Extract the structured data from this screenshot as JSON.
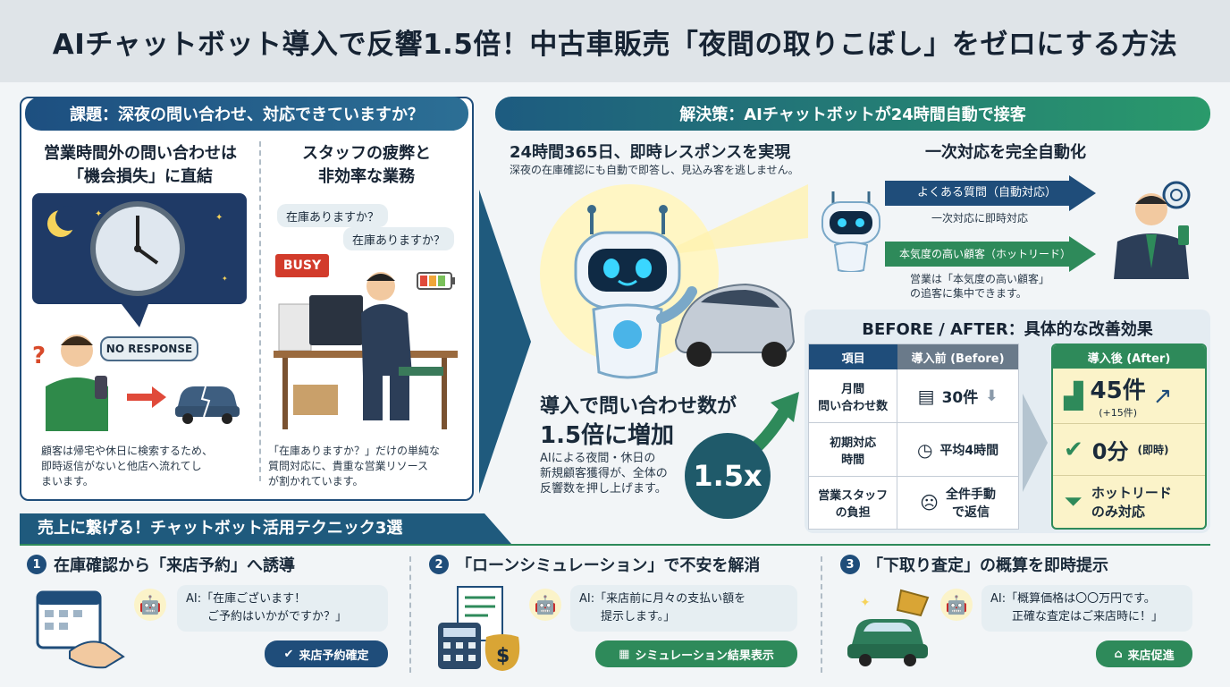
{
  "title": "AIチャットボット導入で反響1.5倍！中古車販売「夜間の取りこぼし」をゼロにする方法",
  "problem": {
    "header": "課題：深夜の問い合わせ、対応できていますか？",
    "left_heading_1": "営業時間外の問い合わせは",
    "left_heading_2": "「機会損失」に直結",
    "no_response": "NO RESPONSE",
    "question_mark": "?",
    "left_caption": [
      "顧客は帰宅や休日に検索するため、",
      "即時返信がないと他店へ流れてし",
      "まいます。"
    ],
    "right_heading_1": "スタッフの疲弊と",
    "right_heading_2": "非効率な業務",
    "bubble_1": "在庫ありますか？",
    "bubble_2": "在庫ありますか？",
    "busy": "BUSY",
    "right_caption": [
      "「在庫ありますか？」だけの単純な",
      "質問対応に、貴重な営業リソース",
      "が割かれています。"
    ]
  },
  "solution": {
    "header": "解決策：AIチャットボットが24時間自動で接客",
    "left_heading": "24時間365日、即時レスポンスを実現",
    "left_sub": "深夜の在庫確認にも自動で即答し、見込み客を逃しません。",
    "right_heading": "一次対応を完全自動化",
    "arrow_1": "よくある質問（自動対応）",
    "arrow_1_note": "一次対応に即時対応",
    "arrow_2": "本気度の高い顧客（ホットリード）",
    "arrow_2_note_1": "営業は「本気度の高い顧客」",
    "arrow_2_note_2": "の追客に集中できます。",
    "increase_1": "導入で問い合わせ数が",
    "increase_2": "1.5倍に増加",
    "increase_note": [
      "AIによる夜間・休日の",
      "新規顧客獲得が、全体の",
      "反響数を押し上げます。"
    ],
    "badge": "1.5x"
  },
  "before_after": {
    "header": "BEFORE / AFTER：具体的な改善効果",
    "col_item": "項目",
    "col_before": "導入前 (Before)",
    "col_after": "導入後 (After)",
    "rows": [
      {
        "item_1": "月間",
        "item_2": "問い合わせ数",
        "before": "30件",
        "after": "45件",
        "after_note": "(+15件)"
      },
      {
        "item_1": "初期対応",
        "item_2": "時間",
        "before": "平均4時間",
        "after": "0分",
        "after_note": "(即時)"
      },
      {
        "item_1": "営業スタッフ",
        "item_2": "の負担",
        "before_1": "全件手動",
        "before_2": "で返信",
        "after_1": "ホットリード",
        "after_2": "のみ対応"
      }
    ]
  },
  "techniques": {
    "header": "売上に繋げる！チャットボット活用テクニック3選",
    "items": [
      {
        "num": "1",
        "title": "在庫確認から「来店予約」へ誘導",
        "chat_1": "AI:「在庫ございます！",
        "chat_2": "ご予約はいかがですか？」",
        "tag": "来店予約確定",
        "tag_icon": "✔"
      },
      {
        "num": "2",
        "title": "「ローンシミュレーション」で不安を解消",
        "chat_1": "AI:「来店前に月々の支払い額を",
        "chat_2": "提示します。」",
        "tag": "シミュレーション結果表示",
        "tag_icon": "▦"
      },
      {
        "num": "3",
        "title": "「下取り査定」の概算を即時提示",
        "chat_1": "AI:「概算価格は〇〇万円です。",
        "chat_2": "正確な査定はご来店時に！」",
        "tag": "来店促進",
        "tag_icon": "⌂"
      }
    ]
  },
  "colors": {
    "navy": "#1f4d7a",
    "teal": "#2a9a6b",
    "green": "#2e7d5b",
    "yellow": "#fbf3c9"
  }
}
